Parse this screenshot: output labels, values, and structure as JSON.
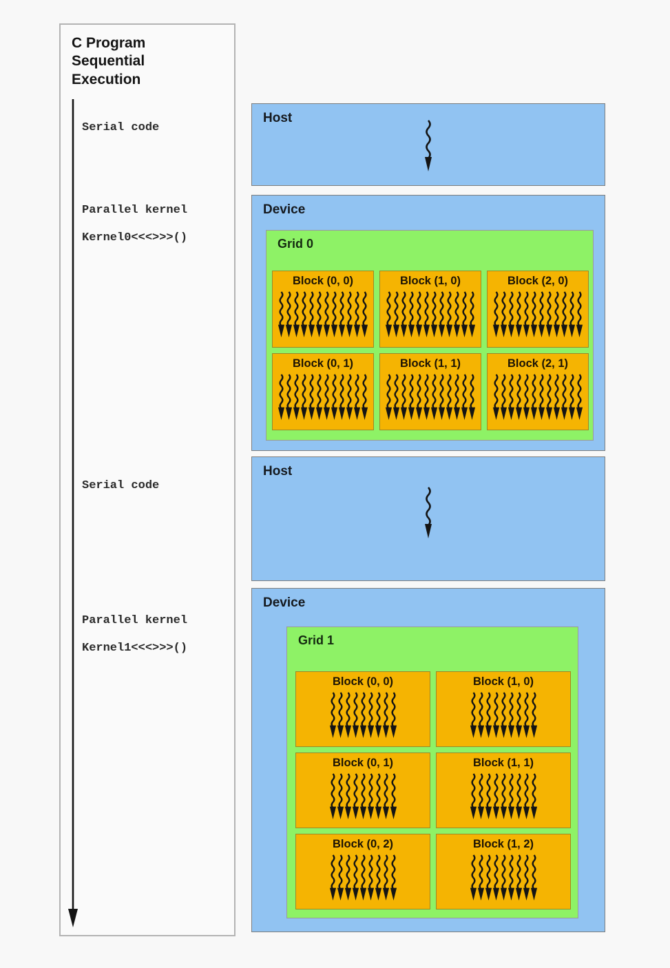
{
  "left_panel": {
    "title_lines": [
      "C Program",
      "Sequential",
      "Execution"
    ],
    "annotations": [
      {
        "text": "Serial code"
      },
      {
        "text": "Parallel kernel"
      },
      {
        "text": "Kernel0<<<>>>()"
      },
      {
        "text": "Serial code"
      },
      {
        "text": "Parallel kernel"
      },
      {
        "text": "Kernel1<<<>>>()"
      }
    ]
  },
  "sections": {
    "host1": {
      "label": "Host"
    },
    "device1": {
      "label": "Device",
      "grid": {
        "label": "Grid 0",
        "columns": 3,
        "blocks": [
          "Block (0, 0)",
          "Block (1, 0)",
          "Block (2, 0)",
          "Block (0, 1)",
          "Block (1, 1)",
          "Block (2, 1)"
        ]
      }
    },
    "host2": {
      "label": "Host"
    },
    "device2": {
      "label": "Device",
      "grid": {
        "label": "Grid 1",
        "columns": 2,
        "blocks": [
          "Block (0, 0)",
          "Block (1, 0)",
          "Block (0, 1)",
          "Block (1, 1)",
          "Block (0, 2)",
          "Block (1, 2)"
        ]
      }
    }
  },
  "colors": {
    "host_fill": "#91c3f2",
    "grid_fill": "#8ef266",
    "block_fill": "#f5b402",
    "arrow_ink": "#141414"
  }
}
